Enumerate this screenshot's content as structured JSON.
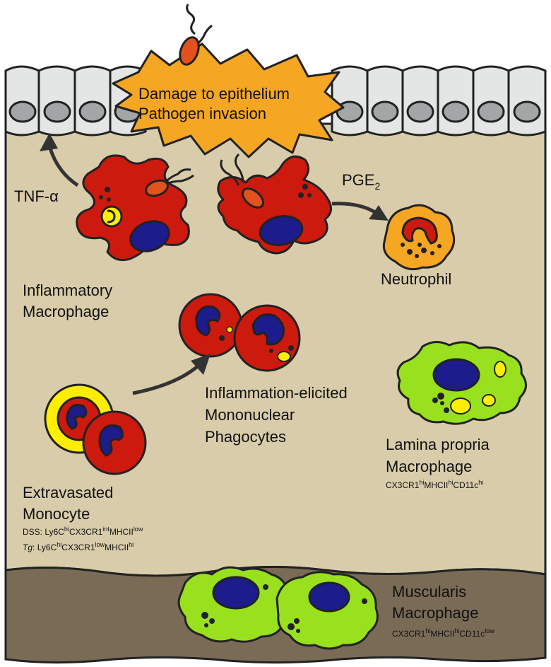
{
  "damage": {
    "line1": "Damage to epithelium",
    "line2": "Pathogen invasion"
  },
  "tnf": {
    "label": "TNF-α"
  },
  "pge": {
    "label": "PGE",
    "sub": "2"
  },
  "neutrophil": {
    "label": "Neutrophil"
  },
  "inflammatory_macrophage": {
    "line1": "Inflammatory",
    "line2": "Macrophage"
  },
  "elicited_phagocytes": {
    "line1": "Inflammation-elicited",
    "line2": "Mononuclear",
    "line3": "Phagocytes"
  },
  "monocyte": {
    "line1": "Extravasated",
    "line2": "Monocyte",
    "dss_prefix": "DSS: ",
    "tg_prefix": "Tg",
    "tg_sep": ": ",
    "m_ly6c": "Ly6C",
    "m_cx3cr1": "CX3CR1",
    "m_mhcii": "MHCII",
    "sup_hi": "hi",
    "sup_int": "int",
    "sup_low": "low"
  },
  "lamina_propria": {
    "line1": "Lamina propria",
    "line2": "Macrophage",
    "m_cx3cr1": "CX3CR1",
    "m_mhcii": "MHCII",
    "m_cd11c": "CD11c",
    "sup_hi": "hi"
  },
  "muscularis": {
    "line1": "Muscularis",
    "line2": "Macrophage",
    "m_cx3cr1": "CX3CR1",
    "m_mhcii": "MHCII",
    "m_cd11c": "CD11c",
    "sup_hi": "hi",
    "sup_low": "low"
  },
  "colors": {
    "lamina_bg": "#d9ccaa",
    "muscle_bg": "#7a6b56",
    "epithelium": "#e4e6e6",
    "epi_nucleus": "#a2a6a6",
    "inflam_red": "#cc1a0e",
    "nucleus_blue": "#1c1c8c",
    "starburst": "#f5a623",
    "neutrophil": "#f5a623",
    "monocyte_yellow": "#ffee00",
    "macrophage_green": "#99e01e",
    "bacteria": "#e2521c"
  }
}
